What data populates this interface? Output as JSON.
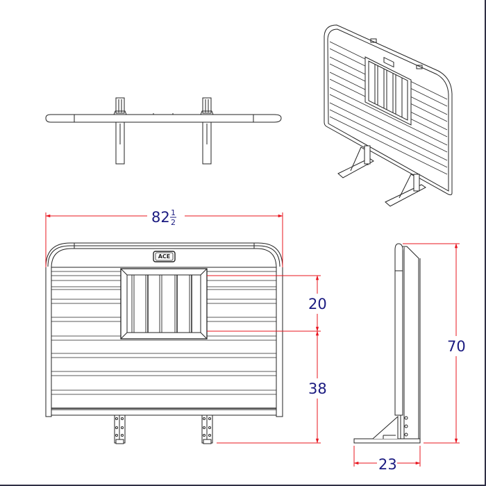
{
  "drawing": {
    "subject": "Barrier panel with feet",
    "logo_text": "ACE",
    "colors": {
      "line": "#222222",
      "dimension": "#e8141e",
      "dimension_text": "#1a1a80",
      "frame": "#2f2f45"
    },
    "views": [
      {
        "name": "top-view"
      },
      {
        "name": "isometric-view"
      },
      {
        "name": "front-view"
      },
      {
        "name": "side-view"
      }
    ],
    "dimensions": {
      "overall_width": {
        "whole": "82",
        "num": "1",
        "den": "2"
      },
      "window_height": "20",
      "window_bottom_to_floor": "38",
      "overall_height": "70",
      "base_depth": "23"
    }
  }
}
